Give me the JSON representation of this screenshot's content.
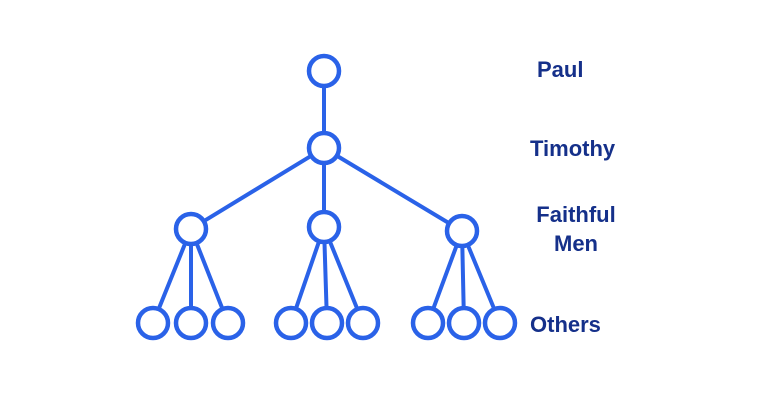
{
  "colors": {
    "node_stroke": "#2a62e8",
    "node_fill": "#ffffff",
    "edge_stroke": "#2a62e8",
    "label_text": "#15308a",
    "background": "#ffffff"
  },
  "levels": [
    {
      "id": "level-1",
      "label": "Paul",
      "node_count": 1
    },
    {
      "id": "level-2",
      "label": "Timothy",
      "node_count": 1
    },
    {
      "id": "level-3",
      "label_lines": [
        "Faithful",
        "Men"
      ],
      "node_count": 3
    },
    {
      "id": "level-4",
      "label": "Others",
      "node_count": 9
    }
  ]
}
